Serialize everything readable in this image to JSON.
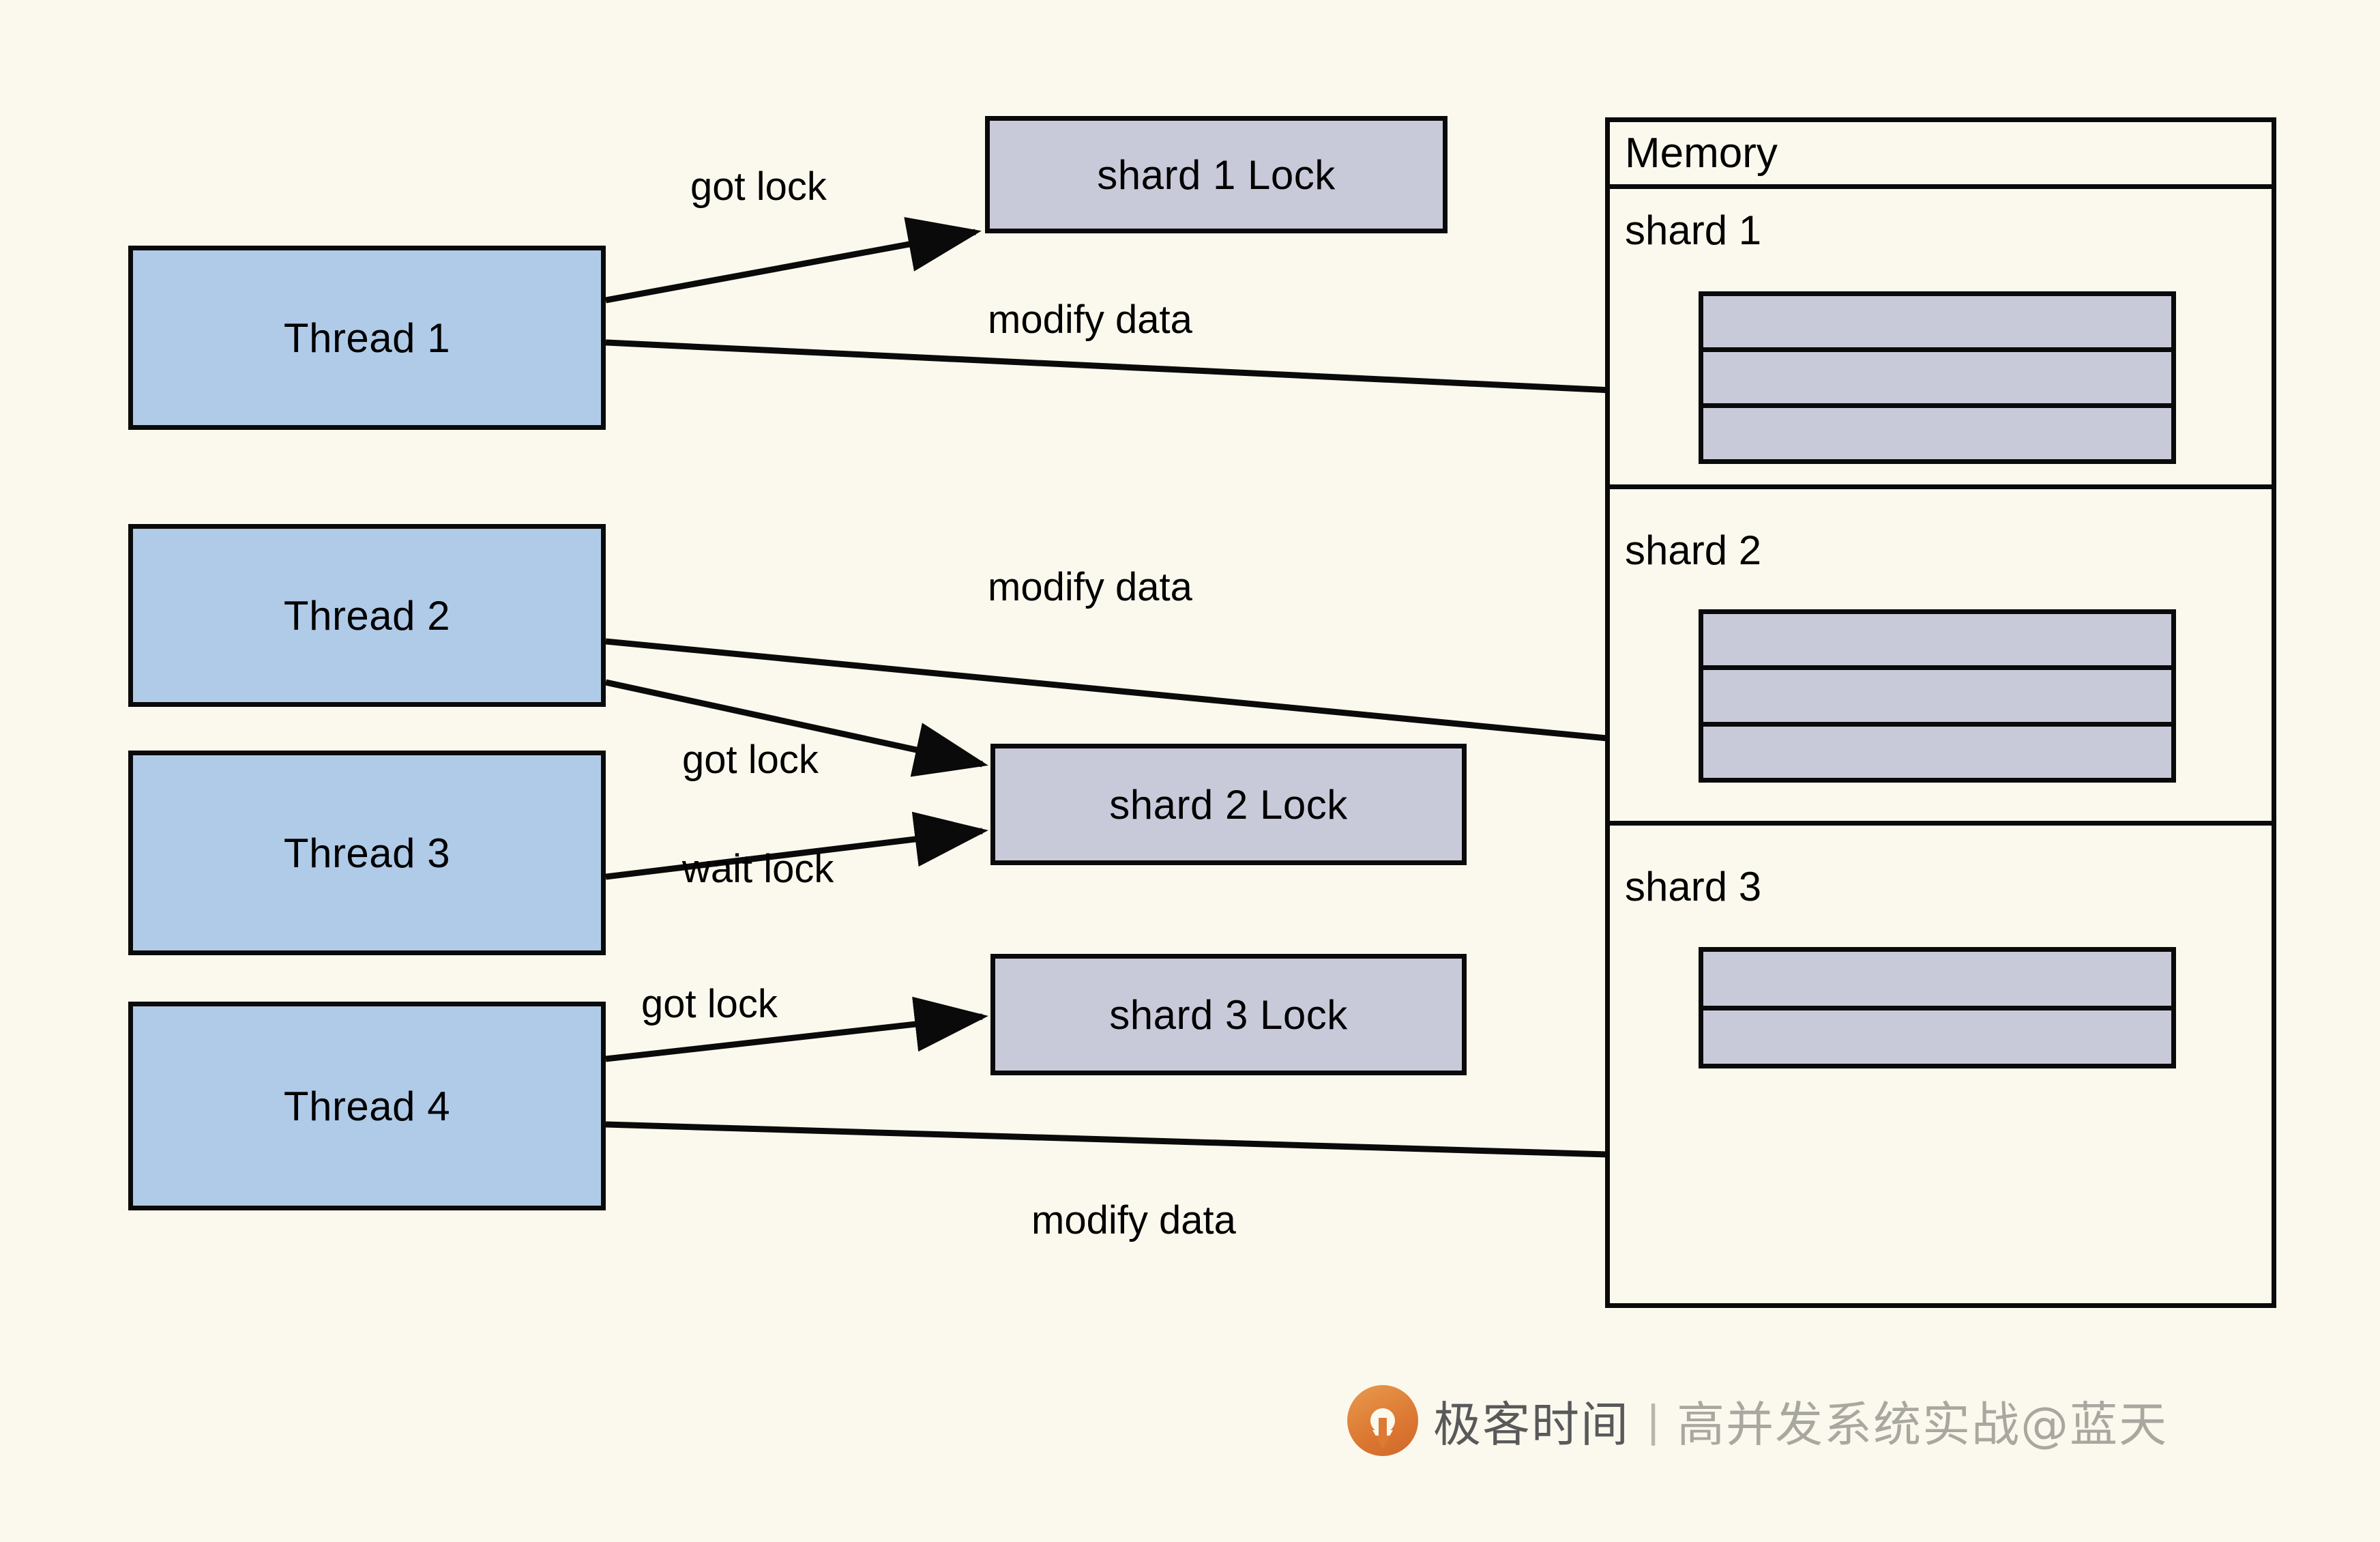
{
  "diagram": {
    "title": "Sharded lock concurrency diagram",
    "background_color": "#fbf9ed",
    "thread_fill": "#b0cbe8",
    "lock_fill": "#c8cada",
    "stroke_color": "#0a0a0a"
  },
  "threads": [
    {
      "label": "Thread 1"
    },
    {
      "label": "Thread 2"
    },
    {
      "label": "Thread 3"
    },
    {
      "label": "Thread 4"
    }
  ],
  "locks": [
    {
      "label": "shard 1 Lock"
    },
    {
      "label": "shard 2 Lock"
    },
    {
      "label": "shard 3 Lock"
    }
  ],
  "memory": {
    "header_label": "Memory",
    "shards": [
      {
        "label": "shard 1",
        "cells": 3
      },
      {
        "label": "shard 2",
        "cells": 3
      },
      {
        "label": "shard 3",
        "cells": 2
      }
    ]
  },
  "edges": [
    {
      "id": "t1-lock1",
      "label": "got lock",
      "from": "Thread 1",
      "to": "shard 1 Lock"
    },
    {
      "id": "t1-shard1",
      "label": "modify data",
      "from": "Thread 1",
      "to": "shard 1"
    },
    {
      "id": "t2-shard2",
      "label": "modify data",
      "from": "Thread 2",
      "to": "shard 2"
    },
    {
      "id": "t2-lock2",
      "label": "got lock",
      "from": "Thread 2",
      "to": "shard 2 Lock"
    },
    {
      "id": "t3-lock2",
      "label": "wait lock",
      "from": "Thread 3",
      "to": "shard 2 Lock"
    },
    {
      "id": "t4-lock3",
      "label": "got lock",
      "from": "Thread 4",
      "to": "shard 3 Lock"
    },
    {
      "id": "t4-shard3",
      "label": "modify data",
      "from": "Thread 4",
      "to": "shard 3"
    }
  ],
  "footer": {
    "brand": "极客时间",
    "separator": "|",
    "course": "高并发系统实战@蓝天",
    "logo_color": "#dd7a33"
  }
}
